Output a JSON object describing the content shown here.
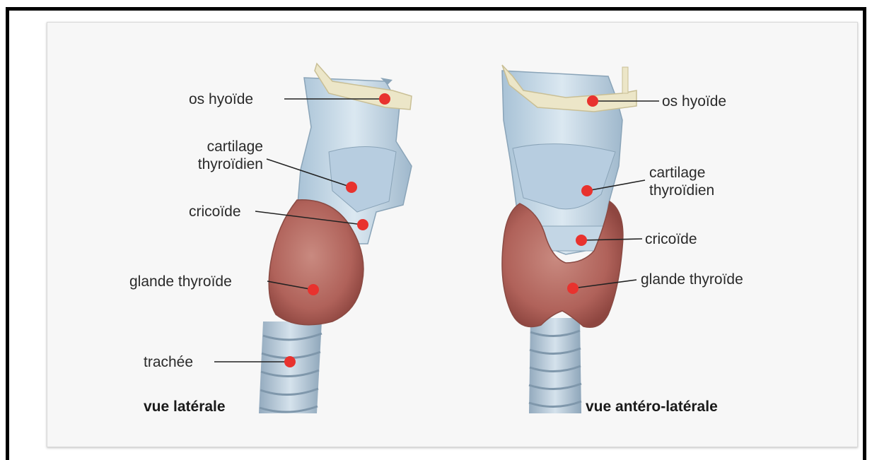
{
  "views": [
    {
      "caption": "vue latérale",
      "labels": {
        "hyoid": "os hyoïde",
        "thyroid_cartilage_line1": "cartilage",
        "thyroid_cartilage_line2": "thyroïdien",
        "cricoid": "cricoïde",
        "thyroid_gland": "glande thyroïde",
        "trachea": "trachée"
      }
    },
    {
      "caption": "vue antéro-latérale",
      "labels": {
        "hyoid": "os hyoïde",
        "thyroid_cartilage_line1": "cartilage",
        "thyroid_cartilage_line2": "thyroïdien",
        "cricoid": "cricoïde",
        "thyroid_gland": "glande thyroïde"
      }
    }
  ],
  "colors": {
    "marker": "#e8322e",
    "cartilage": "#c9dbe8",
    "bone": "#ece6c8",
    "gland": "#b8665e",
    "trachea": "#b9cad8"
  }
}
